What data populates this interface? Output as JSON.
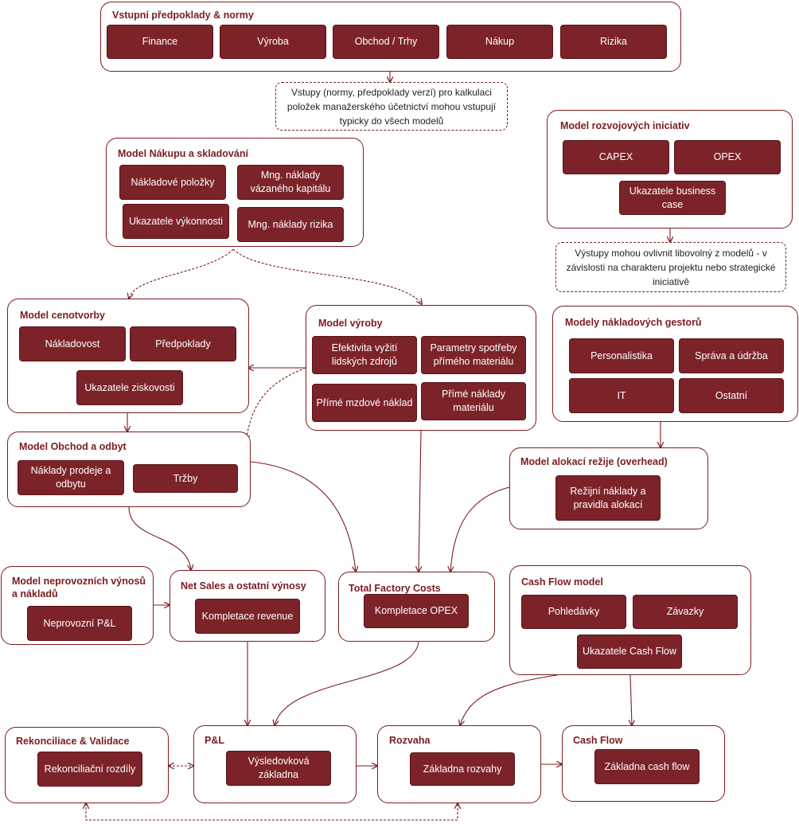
{
  "colors": {
    "accent": "#7b1c1f",
    "chip_fill": "#7b2329",
    "chip_text": "#ffffff"
  },
  "inputs": {
    "title": "Vstupní předpoklady & normy",
    "items": [
      "Finance",
      "Výroba",
      "Obchod / Trhy",
      "Nákup",
      "Rizika"
    ],
    "note": "Vstupy (normy, předpoklady verzí) pro kalkulaci položek manažerského účetnictví mohou vstupují typicky do všech modelů"
  },
  "purchasing": {
    "title": "Model Nákupu a skladování",
    "items": [
      "Nákladové položky",
      "Mng. náklady vázaného kapitálu",
      "Ukazatele výkonnosti",
      "Mng. náklady rizika"
    ]
  },
  "initiatives": {
    "title": "Model rozvojových iniciativ",
    "items": [
      "CAPEX",
      "OPEX",
      "Ukazatele business case"
    ],
    "note": "Výstupy mohou ovlivnit libovolný z modelů - v závislosti na charakteru projektu nebo strategické iniciativě"
  },
  "pricing": {
    "title": "Model cenotvorby",
    "items": [
      "Nákladovost",
      "Předpoklady",
      "Ukazatele ziskovosti"
    ]
  },
  "production": {
    "title": "Model výroby",
    "items": [
      "Efektivita vyžití lidských zdrojů",
      "Parametry spotřeby přímého materiálu",
      "Přímé mzdové náklad",
      "Přímé náklady materiálu"
    ]
  },
  "cost_owners": {
    "title": "Modely nákladových gestorů",
    "items": [
      "Personalistika",
      "Správa a údržba",
      "IT",
      "Ostatní"
    ]
  },
  "sales": {
    "title": "Model Obchod a odbyt",
    "items": [
      "Náklady prodeje a odbytu",
      "Tržby"
    ]
  },
  "overhead": {
    "title": "Model alokací režije (overhead)",
    "items": [
      "Režijní náklady a pravidla alokací"
    ]
  },
  "non_operating": {
    "title": "Model neprovozních výnosů a nákladů",
    "items": [
      "Neprovozní P&L"
    ]
  },
  "net_sales": {
    "title": "Net Sales a ostatní výnosy",
    "items": [
      "Kompletace revenue"
    ]
  },
  "factory_costs": {
    "title": "Total Factory Costs",
    "items": [
      "Kompletace OPEX"
    ]
  },
  "cash_flow_model": {
    "title": "Cash Flow model",
    "items": [
      "Pohledávky",
      "Závazky",
      "Ukazatele Cash Flow"
    ]
  },
  "reconciliation": {
    "title": "Rekonciliace & Validace",
    "items": [
      "Rekonciliační rozdíly"
    ]
  },
  "pnl": {
    "title": "P&L",
    "items": [
      "Výsledovková základna"
    ]
  },
  "balance": {
    "title": "Rozvaha",
    "items": [
      "Základna rozvahy"
    ]
  },
  "cash_flow": {
    "title": "Cash Flow",
    "items": [
      "Základna cash flow"
    ]
  }
}
